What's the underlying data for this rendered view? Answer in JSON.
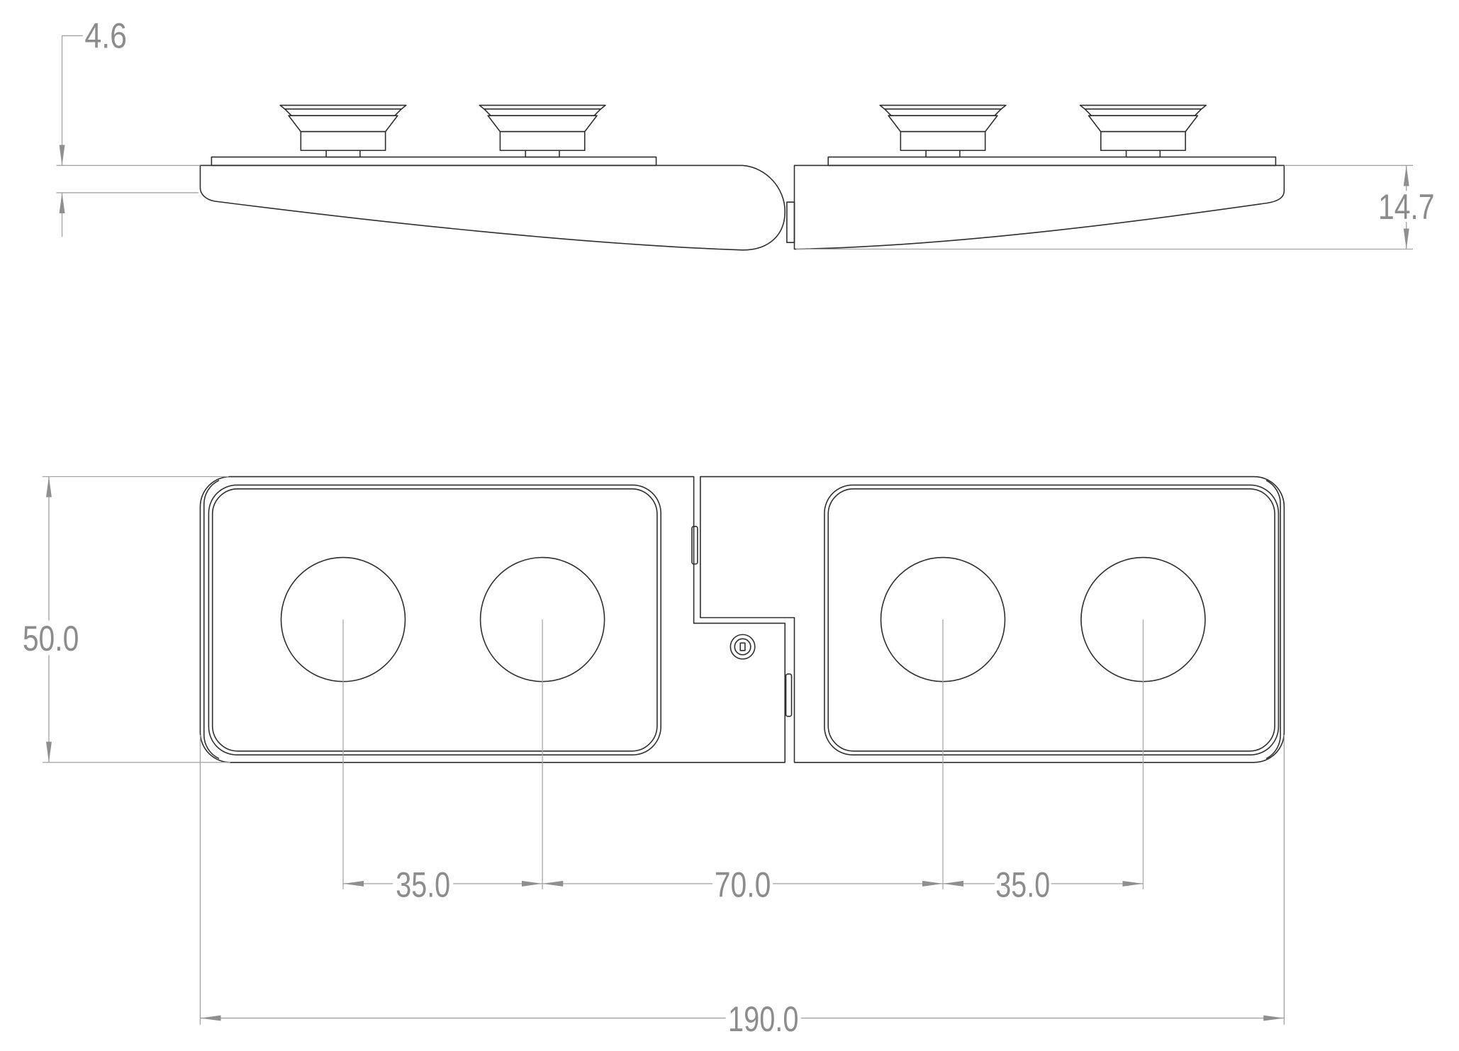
{
  "dimensions": {
    "cup_offset": "4.6",
    "body_thickness": "14.7",
    "width": "50.0",
    "cup_spacing_left": "35.0",
    "cup_spacing_center": "70.0",
    "cup_spacing_right": "35.0",
    "overall_length": "190.0"
  }
}
